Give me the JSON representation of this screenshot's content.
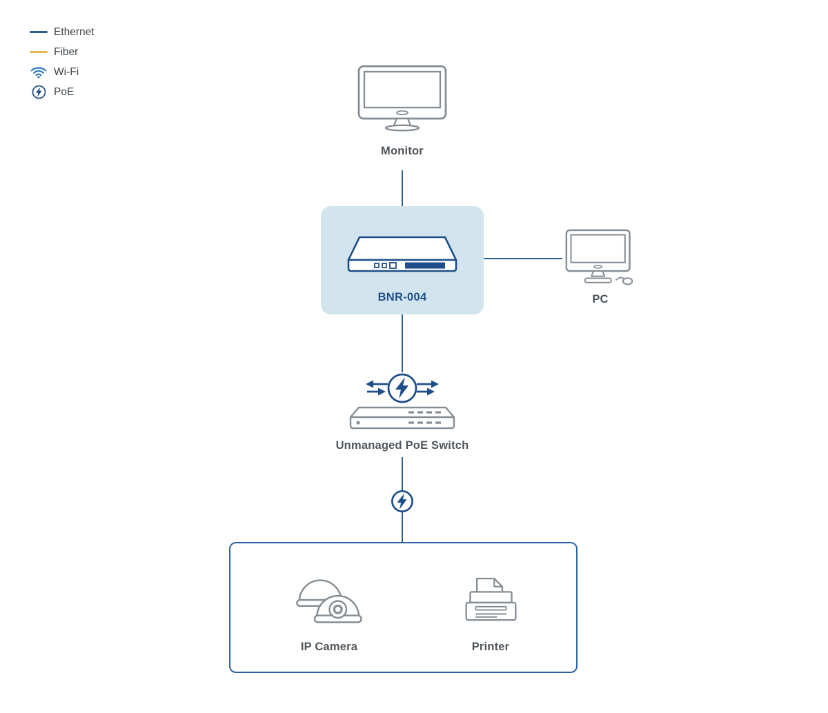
{
  "legend": {
    "items": [
      {
        "label": "Ethernet",
        "type": "line",
        "color": "#2b5f96"
      },
      {
        "label": "Fiber",
        "type": "line",
        "color": "#e8b84b"
      },
      {
        "label": "Wi-Fi",
        "type": "icon",
        "icon": "wifi-icon",
        "color": "#2e79bd"
      },
      {
        "label": "PoE",
        "type": "icon",
        "icon": "poe-icon",
        "color": "#1d4e89"
      }
    ]
  },
  "nodes": {
    "monitor": {
      "label": "Monitor"
    },
    "router": {
      "label": "BNR-004"
    },
    "pc": {
      "label": "PC"
    },
    "poe_switch": {
      "label": "Unmanaged PoE Switch"
    },
    "ip_camera": {
      "label": "IP Camera"
    },
    "printer": {
      "label": "Printer"
    }
  },
  "edges": [
    {
      "from": "Monitor",
      "to": "BNR-004",
      "link": "Ethernet"
    },
    {
      "from": "BNR-004",
      "to": "PC",
      "link": "Ethernet"
    },
    {
      "from": "BNR-004",
      "to": "Unmanaged PoE Switch",
      "link": "Ethernet"
    },
    {
      "from": "Unmanaged PoE Switch",
      "to": "IP Camera / Printer group",
      "link": "Ethernet",
      "poe": true
    }
  ],
  "colors": {
    "ethernet_line": "#2b5f96",
    "fiber_line": "#e8b84b",
    "navy_accent": "#1d4e89",
    "router_label": "#1d4f8a",
    "device_outline_gray": "#848c94",
    "label_text": "#4e545a",
    "router_box_fill": "#d2e5ee",
    "group_border": "#2a64a6"
  }
}
